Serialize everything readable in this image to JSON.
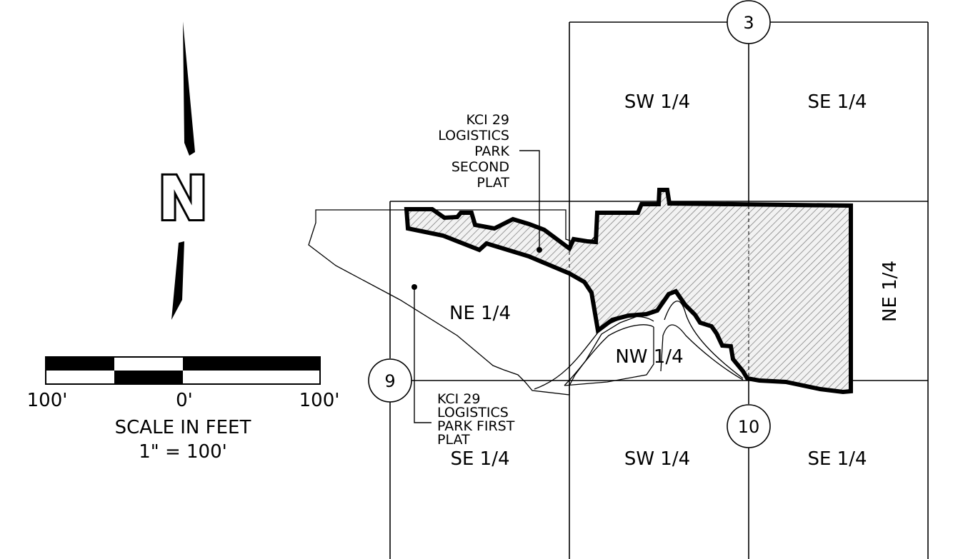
{
  "map": {
    "north_letter": "N",
    "scale": {
      "left": "100'",
      "center": "0'",
      "right": "100'",
      "title": "SCALE IN FEET",
      "ratio": "1\" = 100'"
    },
    "section_numbers": {
      "top": "3",
      "left": "9",
      "bottom": "10"
    },
    "quarters": {
      "sw_top": "SW 1/4",
      "se_top": "SE 1/4",
      "ne_left": "NE 1/4",
      "nw_center": "NW 1/4",
      "ne_right": "NE 1/4",
      "se_bottom_left": "SE 1/4",
      "sw_bottom": "SW 1/4",
      "se_bottom_right": "SE 1/4"
    },
    "second_plat_lines": [
      "KCI 29",
      "LOGISTICS",
      "PARK",
      "SECOND",
      "PLAT"
    ],
    "first_plat_lines": [
      "KCI 29",
      "LOGISTICS",
      "PARK FIRST",
      "PLAT"
    ],
    "colors": {
      "ink": "#000000",
      "hatch": "#777777",
      "background": "#ffffff"
    }
  }
}
